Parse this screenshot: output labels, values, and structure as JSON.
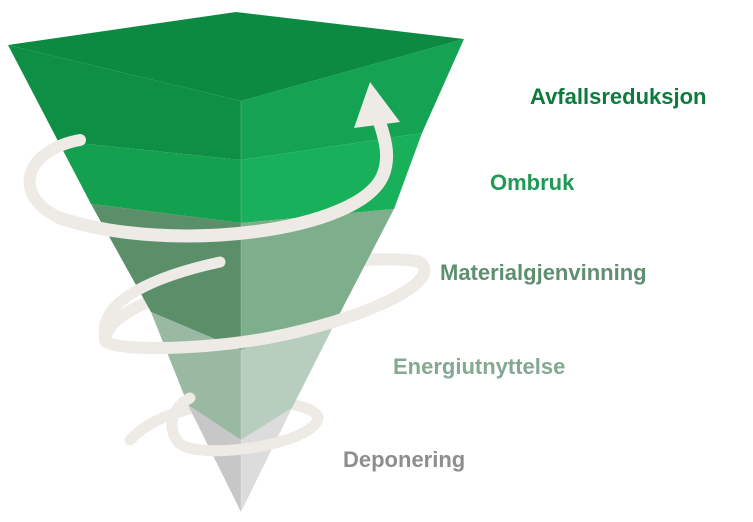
{
  "diagram": {
    "levels": [
      {
        "label": "Avfallsreduksjon",
        "label_color": "#0f7a3d"
      },
      {
        "label": "Ombruk",
        "label_color": "#1e9a55"
      },
      {
        "label": "Materialgjenvinning",
        "label_color": "#5f8f70"
      },
      {
        "label": "Energiutnyttelse",
        "label_color": "#84a991"
      },
      {
        "label": "Deponering",
        "label_color": "#8e8e8e"
      }
    ],
    "colors": {
      "top_face": "#0f8a43",
      "top_left": "#0f8f45",
      "top_right": "#14a352",
      "ombruk_left": "#13a04f",
      "ombruk_right": "#19b05b",
      "material_left": "#5a8f6a",
      "material_right": "#7fae8c",
      "energi_left": "#99b9a2",
      "energi_right": "#b7cdbd",
      "depon_left": "#c7c7c7",
      "depon_right": "#dcdcdc",
      "arrow": "#eeeae6"
    }
  }
}
